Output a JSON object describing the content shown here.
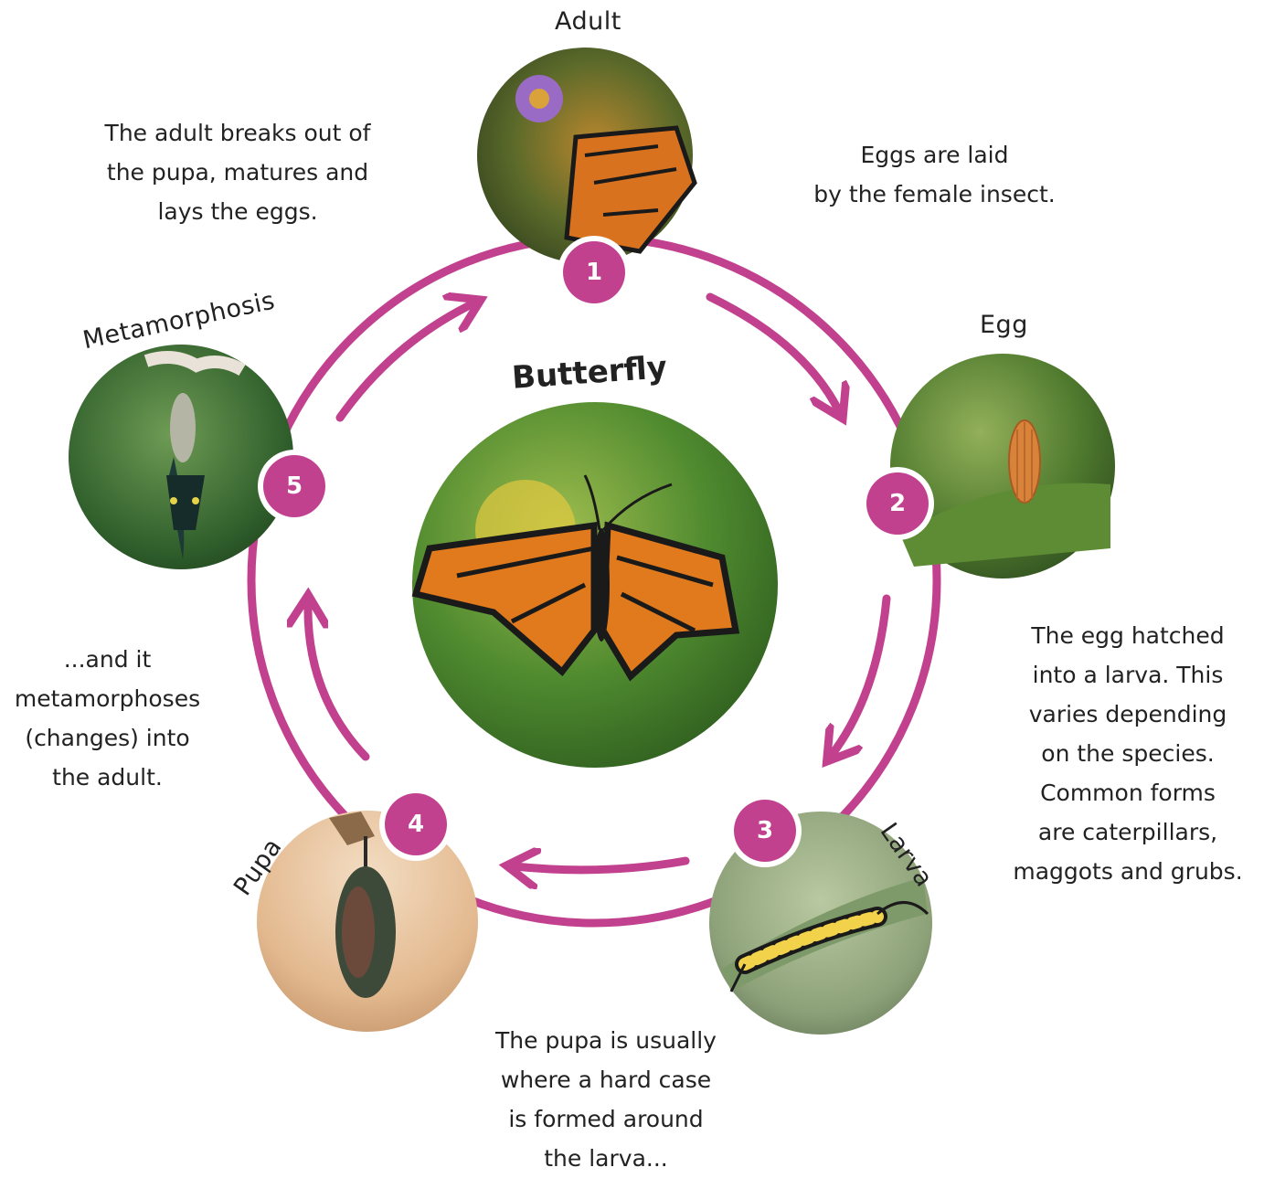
{
  "title": "Butterfly",
  "accent_color": "#c2418f",
  "stages": [
    {
      "number": "1",
      "label": "Adult",
      "image": "monarch-on-aster-photo"
    },
    {
      "number": "2",
      "label": "Egg",
      "image": "butterfly-egg-on-leaf-photo"
    },
    {
      "number": "3",
      "label": "Larva",
      "image": "monarch-caterpillar-photo"
    },
    {
      "number": "4",
      "label": "Pupa",
      "image": "chrysalis-photo"
    },
    {
      "number": "5",
      "label": "Metamorphosis",
      "image": "emerging-butterfly-photo"
    }
  ],
  "descriptions": {
    "adult": [
      "The adult breaks out of",
      "the pupa, matures and",
      "lays the eggs."
    ],
    "egg": [
      "Eggs are laid",
      "by the female insect."
    ],
    "larva": [
      "The egg hatched",
      "into a larva. This",
      "varies depending",
      "on the species.",
      "Common forms",
      "are caterpillars,",
      "maggots and grubs."
    ],
    "pupa": [
      "The pupa is usually",
      "where a hard case",
      "is formed around",
      "the larva..."
    ],
    "metamorphosis": [
      "...and it",
      "metamorphoses",
      "(changes) into",
      "the adult."
    ]
  },
  "center_image": "monarch-butterfly-photo"
}
